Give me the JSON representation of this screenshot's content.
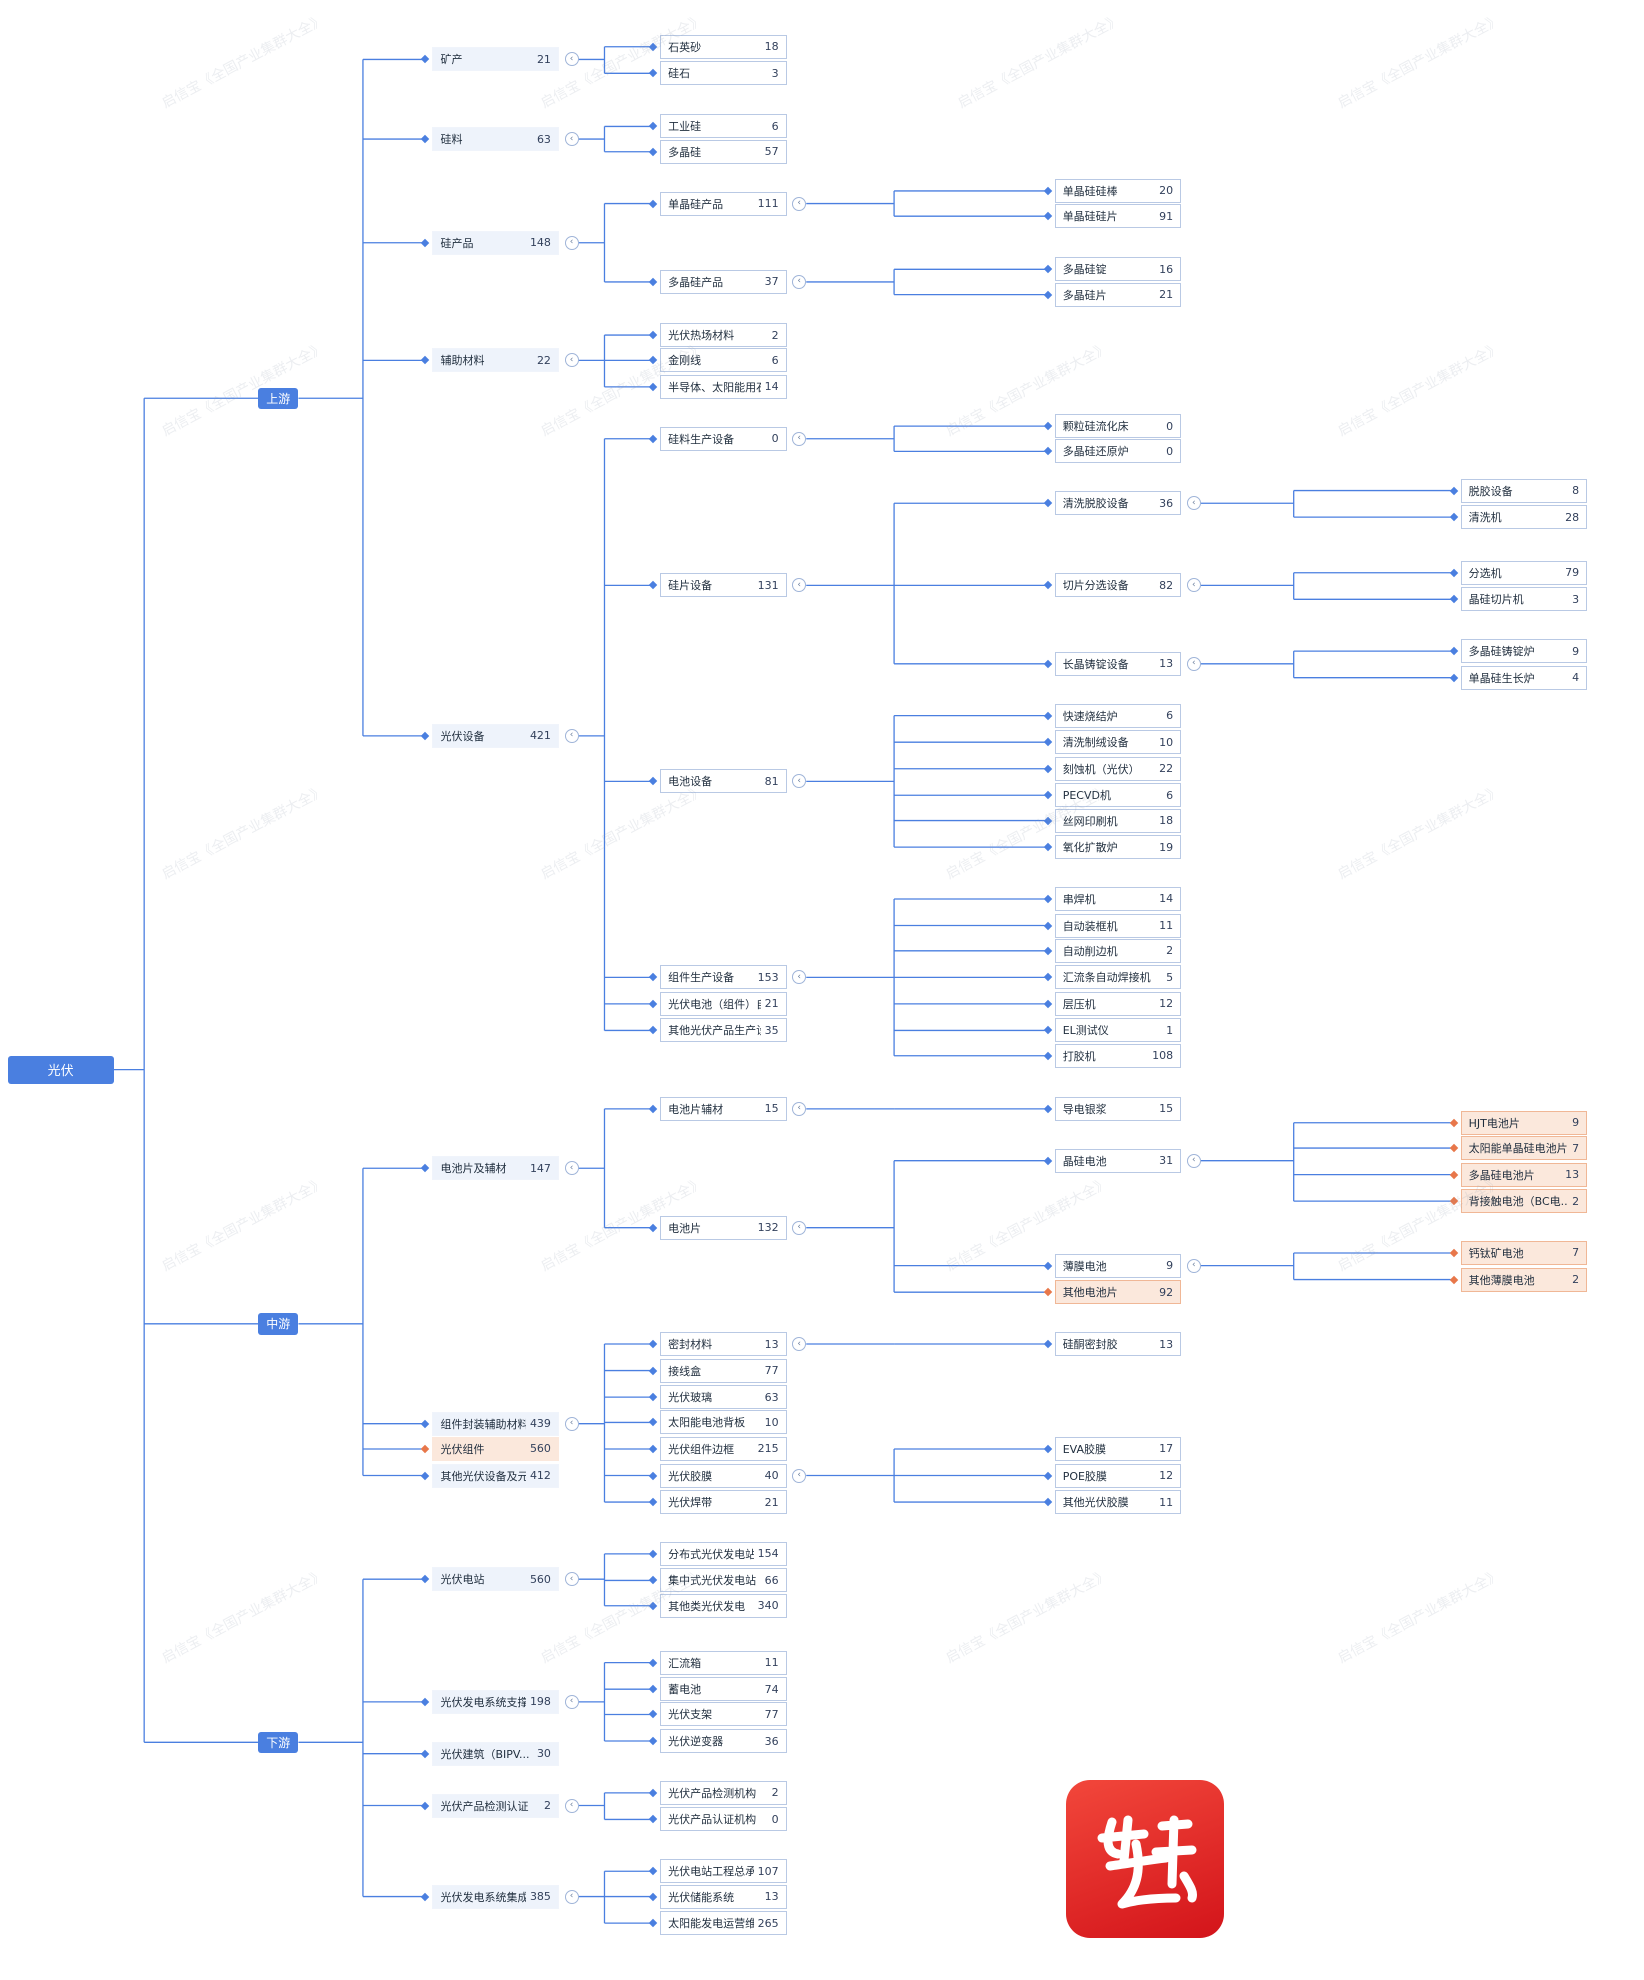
{
  "root": {
    "label": "光伏"
  },
  "colors": {
    "line": "#4a7fe0",
    "accent": "#4a7fe0",
    "highlight": "#f6dccb",
    "highlight_line": "#e8774a",
    "logo": "#e1251b"
  },
  "watermark": "启信宝《全国产业集群大全》",
  "stages": [
    {
      "label": "上游",
      "children": [
        {
          "label": "矿产",
          "count": "21",
          "children": [
            {
              "label": "石英砂",
              "count": "18"
            },
            {
              "label": "硅石",
              "count": "3"
            }
          ]
        },
        {
          "label": "硅料",
          "count": "63",
          "children": [
            {
              "label": "工业硅",
              "count": "6"
            },
            {
              "label": "多晶硅",
              "count": "57"
            }
          ]
        },
        {
          "label": "硅产品",
          "count": "148",
          "children": [
            {
              "label": "单晶硅产品",
              "count": "111",
              "children": [
                {
                  "label": "单晶硅硅棒",
                  "count": "20"
                },
                {
                  "label": "单晶硅硅片",
                  "count": "91"
                }
              ]
            },
            {
              "label": "多晶硅产品",
              "count": "37",
              "children": [
                {
                  "label": "多晶硅锭",
                  "count": "16"
                },
                {
                  "label": "多晶硅片",
                  "count": "21"
                }
              ]
            }
          ]
        },
        {
          "label": "辅助材料",
          "count": "22",
          "children": [
            {
              "label": "光伏热场材料",
              "count": "2"
            },
            {
              "label": "金刚线",
              "count": "6"
            },
            {
              "label": "半导体、太阳能用石...",
              "count": "14"
            }
          ]
        },
        {
          "label": "光伏设备",
          "count": "421",
          "children": [
            {
              "label": "硅料生产设备",
              "count": "0",
              "children": [
                {
                  "label": "颗粒硅流化床",
                  "count": "0"
                },
                {
                  "label": "多晶硅还原炉",
                  "count": "0"
                }
              ]
            },
            {
              "label": "硅片设备",
              "count": "131",
              "children": [
                {
                  "label": "清洗脱胶设备",
                  "count": "36",
                  "children": [
                    {
                      "label": "脱胶设备",
                      "count": "8"
                    },
                    {
                      "label": "清洗机",
                      "count": "28"
                    }
                  ]
                },
                {
                  "label": "切片分选设备",
                  "count": "82",
                  "children": [
                    {
                      "label": "分选机",
                      "count": "79"
                    },
                    {
                      "label": "晶硅切片机",
                      "count": "3"
                    }
                  ]
                },
                {
                  "label": "长晶铸锭设备",
                  "count": "13",
                  "children": [
                    {
                      "label": "多晶硅铸锭炉",
                      "count": "9"
                    },
                    {
                      "label": "单晶硅生长炉",
                      "count": "4"
                    }
                  ]
                }
              ]
            },
            {
              "label": "电池设备",
              "count": "81",
              "children": [
                {
                  "label": "快速烧结炉",
                  "count": "6"
                },
                {
                  "label": "清洗制绒设备",
                  "count": "10"
                },
                {
                  "label": "刻蚀机（光伏）",
                  "count": "22"
                },
                {
                  "label": "PECVD机",
                  "count": "6"
                },
                {
                  "label": "丝网印刷机",
                  "count": "18"
                },
                {
                  "label": "氧化扩散炉",
                  "count": "19"
                }
              ]
            },
            {
              "label": "组件生产设备",
              "count": "153",
              "children": [
                {
                  "label": "串焊机",
                  "count": "14"
                },
                {
                  "label": "自动装框机",
                  "count": "11"
                },
                {
                  "label": "自动削边机",
                  "count": "2"
                },
                {
                  "label": "汇流条自动焊接机",
                  "count": "5"
                },
                {
                  "label": "层压机",
                  "count": "12"
                },
                {
                  "label": "EL测试仪",
                  "count": "1"
                },
                {
                  "label": "打胶机",
                  "count": "108"
                }
              ]
            },
            {
              "label": "光伏电池（组件）自...",
              "count": "21"
            },
            {
              "label": "其他光伏产品生产设...",
              "count": "35"
            }
          ]
        }
      ]
    },
    {
      "label": "中游",
      "children": [
        {
          "label": "电池片及辅材",
          "count": "147",
          "children": [
            {
              "label": "电池片辅材",
              "count": "15",
              "children": [
                {
                  "label": "导电银浆",
                  "count": "15"
                }
              ]
            },
            {
              "label": "电池片",
              "count": "132",
              "children": [
                {
                  "label": "晶硅电池",
                  "count": "31",
                  "children": [
                    {
                      "label": "HJT电池片",
                      "count": "9",
                      "hl": true
                    },
                    {
                      "label": "太阳能单晶硅电池片",
                      "count": "7",
                      "hl": true
                    },
                    {
                      "label": "多晶硅电池片",
                      "count": "13",
                      "hl": true
                    },
                    {
                      "label": "背接触电池（BC电...",
                      "count": "2",
                      "hl": true
                    }
                  ]
                },
                {
                  "label": "薄膜电池",
                  "count": "9",
                  "children": [
                    {
                      "label": "钙钛矿电池",
                      "count": "7",
                      "hl": true
                    },
                    {
                      "label": "其他薄膜电池",
                      "count": "2",
                      "hl": true
                    }
                  ]
                },
                {
                  "label": "其他电池片",
                  "count": "92",
                  "hl": true
                }
              ]
            }
          ]
        },
        {
          "label": "组件封装辅助材料",
          "count": "439",
          "children": [
            {
              "label": "密封材料",
              "count": "13",
              "children": [
                {
                  "label": "硅酮密封胶",
                  "count": "13"
                }
              ]
            },
            {
              "label": "接线盒",
              "count": "77"
            },
            {
              "label": "光伏玻璃",
              "count": "63"
            },
            {
              "label": "太阳能电池背板",
              "count": "10"
            },
            {
              "label": "光伏组件边框",
              "count": "215"
            },
            {
              "label": "光伏胶膜",
              "count": "40",
              "children": [
                {
                  "label": "EVA胶膜",
                  "count": "17"
                },
                {
                  "label": "POE胶膜",
                  "count": "12"
                },
                {
                  "label": "其他光伏胶膜",
                  "count": "11"
                }
              ]
            },
            {
              "label": "光伏焊带",
              "count": "21"
            }
          ]
        },
        {
          "label": "光伏组件",
          "count": "560",
          "hl": true
        },
        {
          "label": "其他光伏设备及元...",
          "count": "412"
        }
      ]
    },
    {
      "label": "下游",
      "children": [
        {
          "label": "光伏电站",
          "count": "560",
          "children": [
            {
              "label": "分布式光伏发电站",
              "count": "154"
            },
            {
              "label": "集中式光伏发电站",
              "count": "66"
            },
            {
              "label": "其他类光伏发电",
              "count": "340"
            }
          ]
        },
        {
          "label": "光伏发电系统支撑...",
          "count": "198",
          "children": [
            {
              "label": "汇流箱",
              "count": "11"
            },
            {
              "label": "蓄电池",
              "count": "74"
            },
            {
              "label": "光伏支架",
              "count": "77"
            },
            {
              "label": "光伏逆变器",
              "count": "36"
            }
          ]
        },
        {
          "label": "光伏建筑（BIPV...",
          "count": "30"
        },
        {
          "label": "光伏产品检测认证",
          "count": "2",
          "children": [
            {
              "label": "光伏产品检测机构",
              "count": "2"
            },
            {
              "label": "光伏产品认证机构",
              "count": "0"
            }
          ]
        },
        {
          "label": "光伏发电系统集成",
          "count": "385",
          "children": [
            {
              "label": "光伏电站工程总承...",
              "count": "107"
            },
            {
              "label": "光伏储能系统",
              "count": "13"
            },
            {
              "label": "太阳能发电运营维...",
              "count": "265"
            }
          ]
        }
      ]
    }
  ],
  "logo": {
    "icon": "brand-logo-icon",
    "text": "紫牛"
  }
}
